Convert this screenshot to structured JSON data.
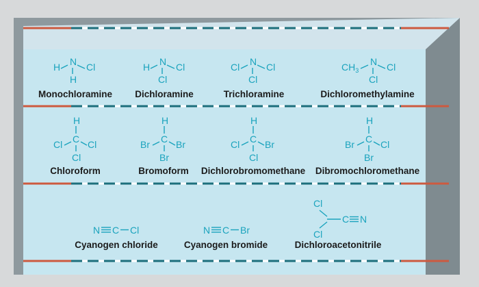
{
  "colors": {
    "frame_light": "#d7d9da",
    "frame_dark": "#8e999e",
    "panel": "#c6e6f0",
    "panel_top": "#d2e4ec",
    "teal_dash": "#1d6f7c",
    "white_dash": "#ffffff",
    "red_end": "#cd5a3f",
    "formula": "#1aa3bd",
    "label": "#1b1b1b"
  },
  "chloramines": [
    {
      "name": "Monochloramine",
      "left": "H",
      "center": "N",
      "right": "Cl",
      "bottom": "H"
    },
    {
      "name": "Dichloramine",
      "left": "H",
      "center": "N",
      "right": "Cl",
      "bottom": "Cl"
    },
    {
      "name": "Trichloramine",
      "left": "Cl",
      "center": "N",
      "right": "Cl",
      "bottom": "Cl"
    },
    {
      "name": "Dichloromethylamine",
      "left": "CH",
      "left_sub": "3",
      "center": "N",
      "right": "Cl",
      "bottom": "Cl"
    }
  ],
  "trihalomethanes": [
    {
      "name": "Chloroform",
      "top": "H",
      "left": "Cl",
      "center": "C",
      "right": "Cl",
      "bottom": "Cl"
    },
    {
      "name": "Bromoform",
      "top": "H",
      "left": "Br",
      "center": "C",
      "right": "Br",
      "bottom": "Br"
    },
    {
      "name": "Dichlorobromomethane",
      "top": "H",
      "left": "Cl",
      "center": "C",
      "right": "Br",
      "bottom": "Cl"
    },
    {
      "name": "Dibromochloromethane",
      "top": "H",
      "left": "Br",
      "center": "C",
      "right": "Cl",
      "bottom": "Br"
    }
  ],
  "nitriles": [
    {
      "name": "Cyanogen chloride",
      "n": "N",
      "c": "C",
      "x": "Cl"
    },
    {
      "name": "Cyanogen bromide",
      "n": "N",
      "c": "C",
      "x": "Br"
    },
    {
      "name": "Dichloroacetonitrile",
      "cl_top": "Cl",
      "cl_bottom": "Cl",
      "c": "C",
      "n": "N"
    }
  ]
}
